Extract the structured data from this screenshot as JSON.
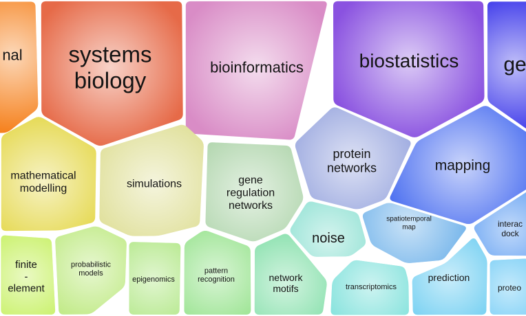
{
  "cells": [
    {
      "id": "computational",
      "lines": [
        "nal"
      ],
      "color": "#f57c14"
    },
    {
      "id": "systems-biology",
      "lines": [
        "systems",
        "biology"
      ],
      "color": "#e66a48"
    },
    {
      "id": "bioinformatics",
      "lines": [
        "bioinformatics"
      ],
      "color": "#d98cc6"
    },
    {
      "id": "biostatistics",
      "lines": [
        "biostatistics"
      ],
      "color": "#8a52e0"
    },
    {
      "id": "genomics",
      "lines": [
        "ge"
      ],
      "color": "#2a25e8"
    },
    {
      "id": "mathematical-modelling",
      "lines": [
        "mathematical",
        "modelling"
      ],
      "color": "#e2d43a"
    },
    {
      "id": "simulations",
      "lines": [
        "simulations"
      ],
      "color": "#dcdc8e"
    },
    {
      "id": "gene-regulation-networks",
      "lines": [
        "gene",
        "regulation",
        "networks"
      ],
      "color": "#a6d0a2"
    },
    {
      "id": "protein-networks",
      "lines": [
        "protein",
        "networks"
      ],
      "color": "#8e9ddb"
    },
    {
      "id": "mapping",
      "lines": [
        "mapping"
      ],
      "color": "#4a6ef0"
    },
    {
      "id": "noise",
      "lines": [
        "noise"
      ],
      "color": "#6ed8c6"
    },
    {
      "id": "spatiotemporal-map",
      "lines": [
        "spatiotemporal",
        "map"
      ],
      "color": "#55a4e6"
    },
    {
      "id": "interaction-docking",
      "lines": [
        "interac",
        "dock"
      ],
      "color": "#3182ee"
    },
    {
      "id": "finite-element",
      "lines": [
        "finite",
        "-",
        "element"
      ],
      "color": "#b6ec34"
    },
    {
      "id": "probabilistic-models",
      "lines": [
        "probabilistic",
        "models"
      ],
      "color": "#aee462"
    },
    {
      "id": "epigenomics",
      "lines": [
        "epigenomics"
      ],
      "color": "#9ae062"
    },
    {
      "id": "pattern-recognition",
      "lines": [
        "pattern",
        "recognition"
      ],
      "color": "#7edc72"
    },
    {
      "id": "network-motifs",
      "lines": [
        "network",
        "motifs"
      ],
      "color": "#68d896"
    },
    {
      "id": "transcriptomics",
      "lines": [
        "transcriptomics"
      ],
      "color": "#58d8d0"
    },
    {
      "id": "prediction",
      "lines": [
        "prediction"
      ],
      "color": "#4cc2ee"
    },
    {
      "id": "proteomics",
      "lines": [
        "proteo"
      ],
      "color": "#3cb8f2"
    }
  ]
}
